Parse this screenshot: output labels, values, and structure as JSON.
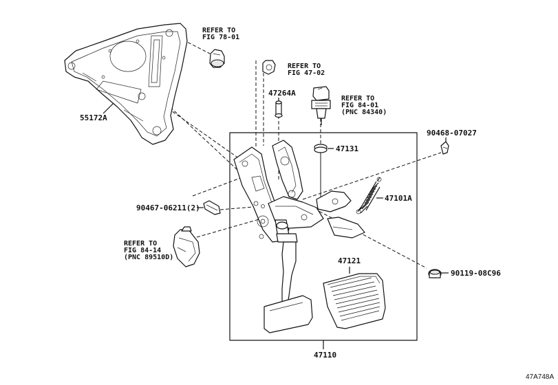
{
  "refs": {
    "ref_fig78": [
      "REFER TO",
      "FIG 78-01"
    ],
    "ref_fig47": [
      "REFER TO",
      "FIG 47-02"
    ],
    "ref_fig84_01": [
      "REFER TO",
      "FIG 84-01",
      "(PNC 84340)"
    ],
    "ref_fig84_14": [
      "REFER TO",
      "FIG 84-14",
      "(PNC 89510D)"
    ]
  },
  "parts": {
    "p55172a": "55172A",
    "p47264a": "47264A",
    "p47131": "47131",
    "p90468": "90468-07027",
    "p47101a": "47101A",
    "p90467": "90467-06211(2)",
    "p47121": "47121",
    "p90119": "90119-08C96",
    "p47110": "47110"
  },
  "diagram_id": "47A748A"
}
